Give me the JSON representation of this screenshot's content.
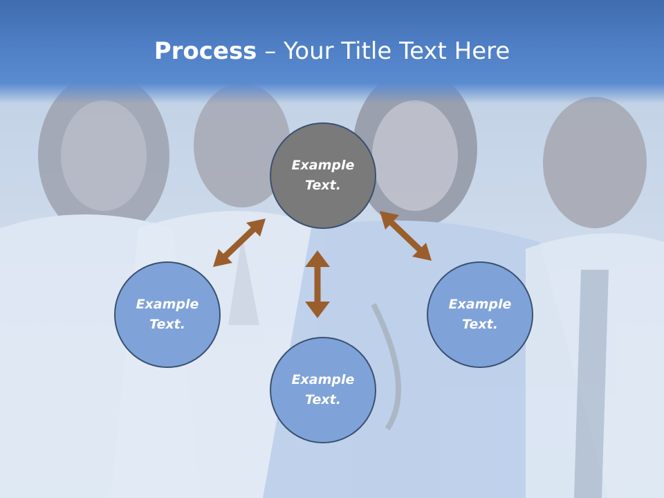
{
  "slide": {
    "title_bold": "Process",
    "title_rest": " – Your Title Text Here"
  },
  "diagram": {
    "center": {
      "label": "Example\nText."
    },
    "left": {
      "label": "Example\nText."
    },
    "bottom": {
      "label": "Example\nText."
    },
    "right": {
      "label": "Example\nText."
    }
  },
  "colors": {
    "title_band": "#4f7fc5",
    "center_node": "#7a7a7a",
    "outer_node": "#7fa2d8",
    "node_border": "#3a5170",
    "arrow": "#9a5e2c"
  }
}
